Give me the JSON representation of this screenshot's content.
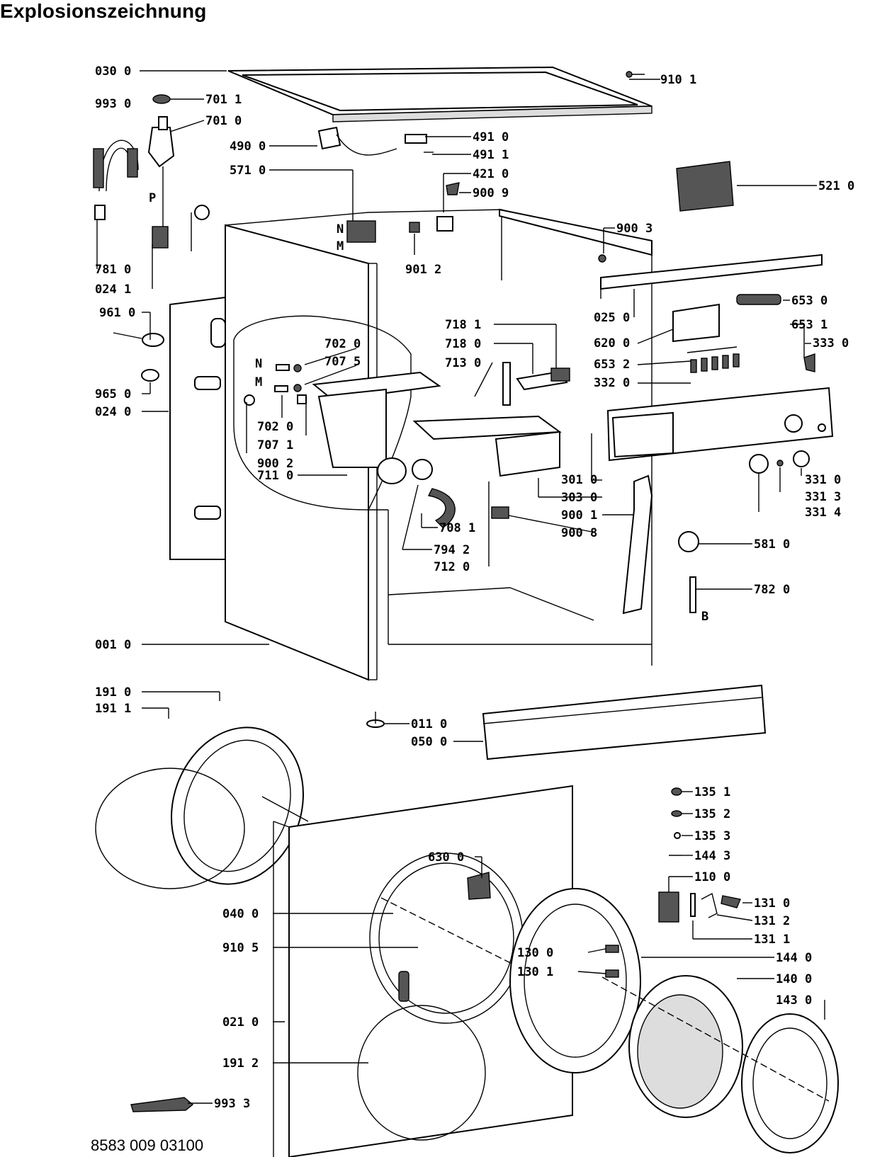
{
  "title": "Explosionszeichnung",
  "document_number": "8583 009 03100",
  "labels": [
    "030 0",
    "910 1",
    "993 0",
    "701 1",
    "701 0",
    "490 0",
    "491 0",
    "491 1",
    "571 0",
    "421 0",
    "900 9",
    "521 0",
    "900 3",
    "781 0",
    "901 2",
    "024 1",
    "653 0",
    "961 0",
    "025 0",
    "653 1",
    "333 0",
    "620 0",
    "718 1",
    "718 0",
    "702 0",
    "707 5",
    "713 0",
    "653 2",
    "332 0",
    "965 0",
    "024 0",
    "702 0",
    "707 1",
    "900 2",
    "711 0",
    "301 0",
    "331 0",
    "303 0",
    "331 3",
    "900 1",
    "331 4",
    "708 1",
    "900 8",
    "794 2",
    "581 0",
    "712 0",
    "782 0",
    "001 0",
    "191 0",
    "191 1",
    "011 0",
    "050 0",
    "135 1",
    "135 2",
    "135 3",
    "144 3",
    "630 0",
    "110 0",
    "040 0",
    "131 0",
    "131 2",
    "131 1",
    "910 5",
    "130 0",
    "144 0",
    "130 1",
    "140 0",
    "143 0",
    "021 0",
    "191 2",
    "993 3"
  ],
  "markers": [
    "N",
    "M",
    "N",
    "M",
    "P",
    "B"
  ]
}
